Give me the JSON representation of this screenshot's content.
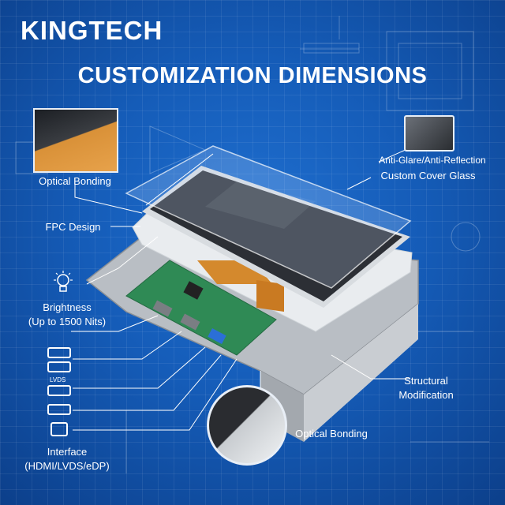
{
  "brand": {
    "name": "KINGTECH"
  },
  "title": "CUSTOMIZATION DIMENSIONS",
  "features": {
    "optical_bonding_top": "Optical Bonding",
    "fpc_design": "FPC Design",
    "brightness_line1": "Brightness",
    "brightness_line2": "(Up to 1500 Nits)",
    "anti_glare": "Anti-Glare/Anti-Reflection",
    "cover_glass": "Custom Cover Glass",
    "structural_line1": "Structural",
    "structural_line2": "Modification",
    "optical_bonding_bottom": "Optical Bonding",
    "interface_line1": "Interface",
    "interface_line2": "(HDMI/LVDS/eDP)"
  },
  "interface_icons": [
    "hdmi-icon",
    "hdmi-mini-icon",
    "lvds-icon",
    "hdmi-icon-2",
    "ethernet-icon"
  ],
  "lvds_label": "LVDS",
  "colors": {
    "background": "#155cb8",
    "text": "#ffffff",
    "pcb": "#2f8a55",
    "fpc": "#d4892d",
    "screen": "#2c2f35"
  }
}
